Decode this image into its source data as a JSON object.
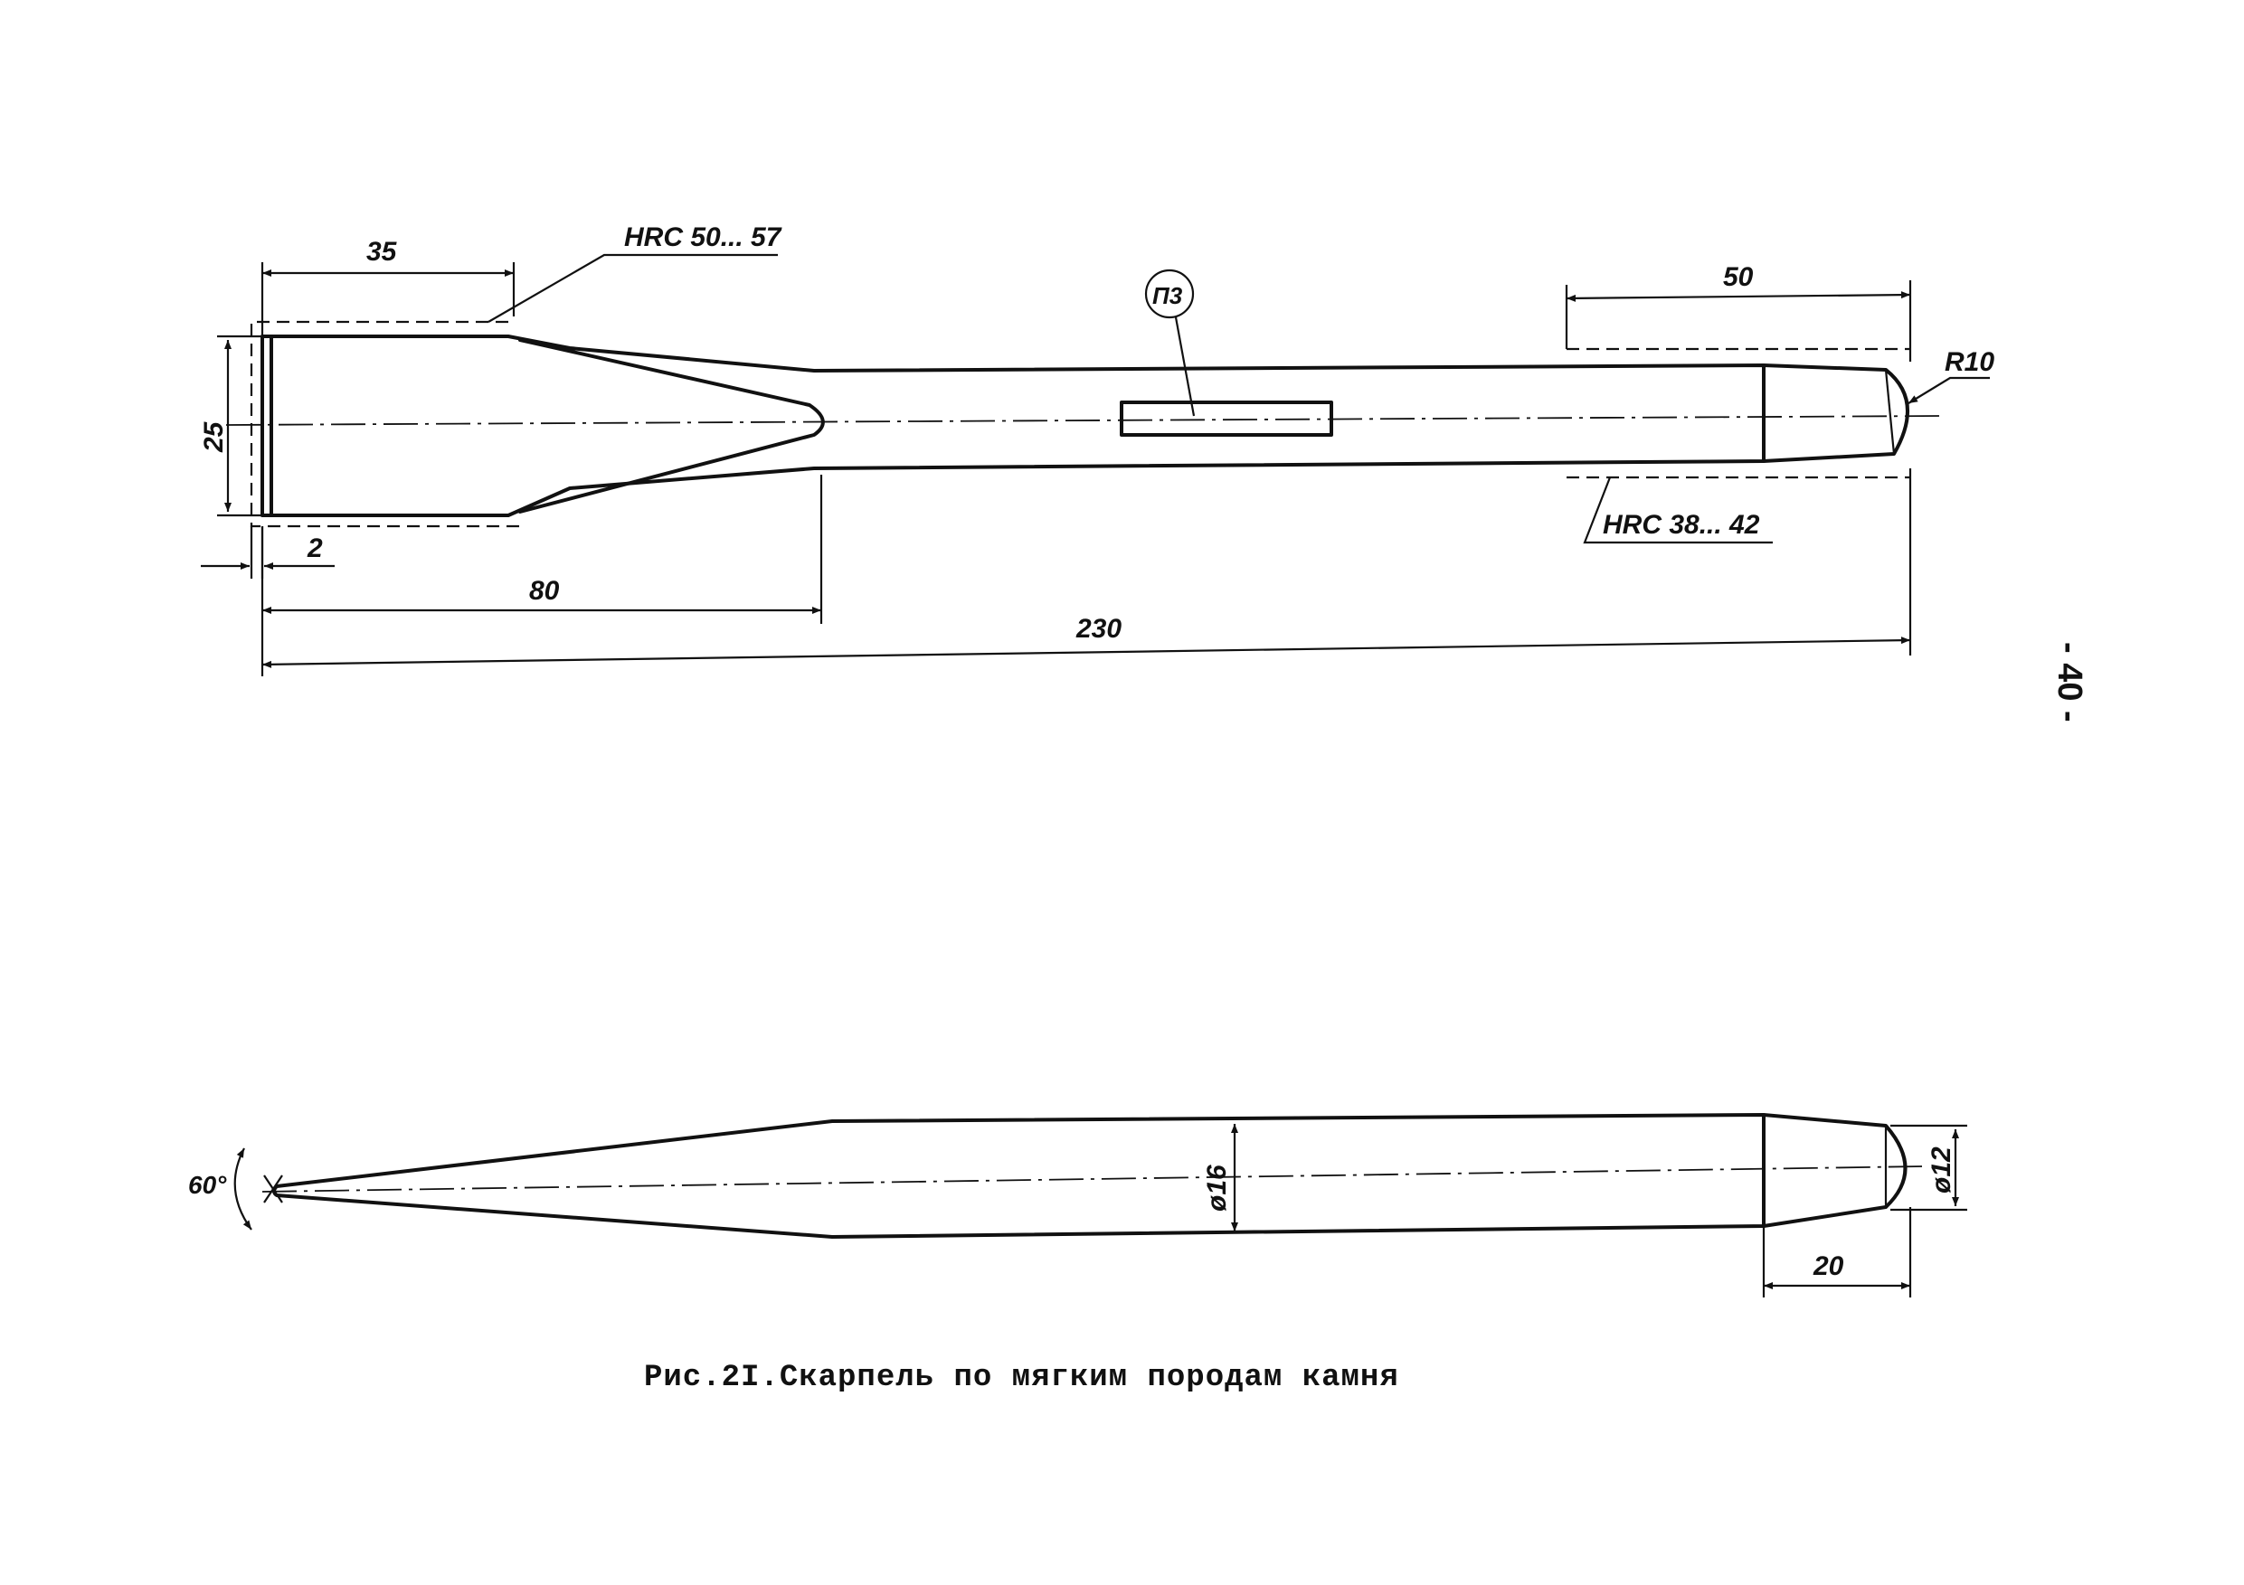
{
  "figure": {
    "caption": "Рис.2I.Скарпель по мягким породам камня",
    "page_number": "- 40 -"
  },
  "top_view": {
    "dims": {
      "d35": "35",
      "d25": "25",
      "d2": "2",
      "d80": "80",
      "d230": "230",
      "d50": "50",
      "r10": "R10"
    },
    "hardness_blade": "HRC 50... 57",
    "hardness_shank": "HRC 38... 42",
    "marking_label": "П3"
  },
  "bottom_view": {
    "dims": {
      "angle": "60°",
      "d16": "ø16",
      "d12": "ø12",
      "d20": "20"
    }
  }
}
